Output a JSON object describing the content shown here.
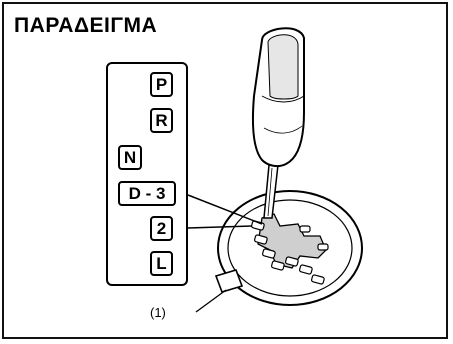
{
  "title": "ΠΑΡΑΔΕΙΓΜΑ",
  "gears": [
    "P",
    "R",
    "N",
    "D - 3",
    "2",
    "L"
  ],
  "callout_label": "(1)"
}
